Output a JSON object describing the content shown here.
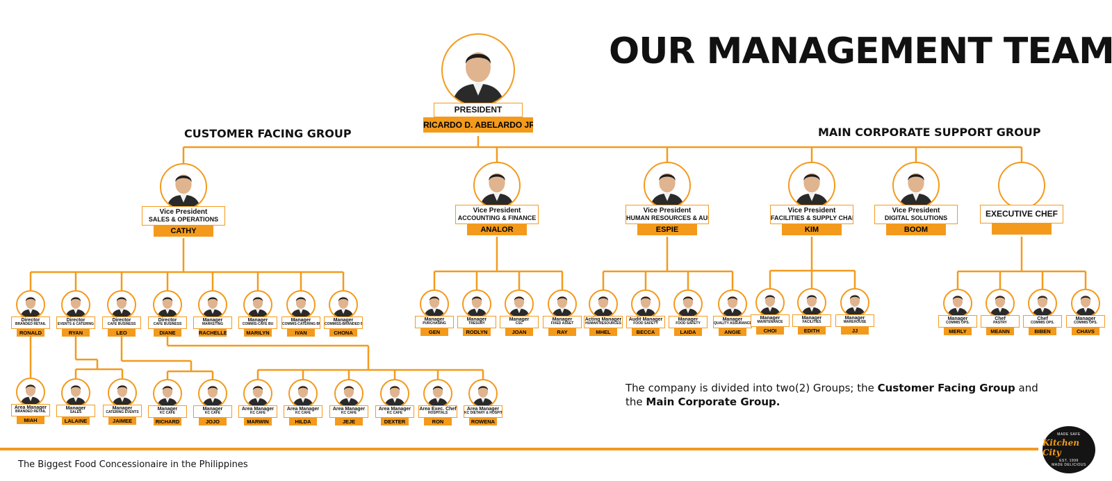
{
  "title": "OUR MANAGEMENT TEAM",
  "groups": {
    "customer": "CUSTOMER FACING GROUP",
    "corporate": "MAIN CORPORATE SUPPORT GROUP"
  },
  "president": {
    "title": "PRESIDENT",
    "name": "RICARDO D. ABELARDO JR."
  },
  "vps": [
    {
      "t1": "Vice President",
      "t2": "SALES & OPERATIONS",
      "name": "CATHY"
    },
    {
      "t1": "Vice President",
      "t2": "ACCOUNTING & FINANCE",
      "name": "ANALOR"
    },
    {
      "t1": "Vice President",
      "t2": "HUMAN RESOURCES & AUDIT",
      "name": "ESPIE"
    },
    {
      "t1": "Vice President",
      "t2": "FACILITIES & SUPPLY CHAIN",
      "name": "KIM"
    },
    {
      "t1": "Vice President",
      "t2": "DIGITAL SOLUTIONS",
      "name": "BOOM"
    },
    {
      "t1": "EXECUTIVE CHEF",
      "t2": "",
      "name": ""
    }
  ],
  "level2": [
    {
      "t1": "Director",
      "t2": "BRANDED RETAIL",
      "name": "RONALD"
    },
    {
      "t1": "Director",
      "t2": "EVENTS & CATERING",
      "name": "RYAN"
    },
    {
      "t1": "Director",
      "t2": "CAFE BUSINESS",
      "name": "LEO"
    },
    {
      "t1": "Director",
      "t2": "CAFE BUSINESS",
      "name": "DIANE"
    },
    {
      "t1": "Manager",
      "t2": "MARKETING",
      "name": "RACHELLE"
    },
    {
      "t1": "Manager",
      "t2": "COMMIS-CAFE BU",
      "name": "MARILYN"
    },
    {
      "t1": "Manager",
      "t2": "COMMIS-CATERING BU",
      "name": "IVAN"
    },
    {
      "t1": "Manager",
      "t2": "COMMISS-BRANDED BU",
      "name": "CHONA"
    },
    {
      "t1": "Manager",
      "t2": "PURCHASING",
      "name": "GEN"
    },
    {
      "t1": "Manager",
      "t2": "TRESURY",
      "name": "RODLYN"
    },
    {
      "t1": "Manager",
      "t2": "CSC",
      "name": "JOAN"
    },
    {
      "t1": "Manager",
      "t2": "FIXED ASSET",
      "name": "RAY"
    },
    {
      "t1": "Acting Manager",
      "t2": "HUMAN RESOURCES",
      "name": "MHEL"
    },
    {
      "t1": "Audit Manager",
      "t2": "FOOD SAFETY",
      "name": "BECCA"
    },
    {
      "t1": "Manager",
      "t2": "FOOD SAFETY",
      "name": "LAIDA"
    },
    {
      "t1": "Manager",
      "t2": "QUALITY ASSURANCE",
      "name": "ANGIE"
    },
    {
      "t1": "Manager",
      "t2": "MAINTENANCE",
      "name": "CHOI"
    },
    {
      "t1": "Manager",
      "t2": "FACILITIES",
      "name": "EDITH"
    },
    {
      "t1": "Manager",
      "t2": "WAREHOUSE",
      "name": "JJ"
    },
    {
      "t1": "Manager",
      "t2": "COMMIS OPS.",
      "name": "MERLY"
    },
    {
      "t1": "Chef",
      "t2": "PASTRY",
      "name": "MEANN"
    },
    {
      "t1": "Chef",
      "t2": "COMMIS OPS.",
      "name": "BIBEN"
    },
    {
      "t1": "Manager",
      "t2": "COMMIS OPS.",
      "name": "CHAVS"
    }
  ],
  "level3": [
    {
      "t1": "Area Manager",
      "t2": "BRANDED RETAIL",
      "name": "MIAH"
    },
    {
      "t1": "Manager",
      "t2": "SALES",
      "name": "LALAINE"
    },
    {
      "t1": "Manager",
      "t2": "CATERING EVENTS",
      "name": "JAIMEE"
    },
    {
      "t1": "Manager",
      "t2": "KC CAFE",
      "name": "RICHARD"
    },
    {
      "t1": "Manager",
      "t2": "KC CAFE",
      "name": "JOJO"
    },
    {
      "t1": "Area Manager",
      "t2": "KC CAFE",
      "name": "MARWIN"
    },
    {
      "t1": "Area Manager",
      "t2": "KC CAFE",
      "name": "HILDA"
    },
    {
      "t1": "Area Manager",
      "t2": "KC CAFE",
      "name": "JEJE"
    },
    {
      "t1": "Area Manager",
      "t2": "KC CAFE",
      "name": "DEXTER"
    },
    {
      "t1": "Area Exec. Chef",
      "t2": "HOSPITALS",
      "name": "RON"
    },
    {
      "t1": "Area Manager",
      "t2": "KC DIETARY & HOSPITALS",
      "name": "ROWENA"
    }
  ],
  "description": {
    "pre": "The company is divided into two(2) Groups; the ",
    "b1": "Customer Facing Group",
    "mid": " and",
    "pre2": "the ",
    "b2": "Main Corporate Group."
  },
  "footer": "The Biggest Food Concessionaire in the Philippines",
  "logo": {
    "top": "MADE SAFE",
    "main": "Kitchen City",
    "est": "EST. 1999",
    "bottom": "MADE DELICIOUS"
  },
  "colors": {
    "accent": "#f39a1c",
    "text": "#111111"
  }
}
